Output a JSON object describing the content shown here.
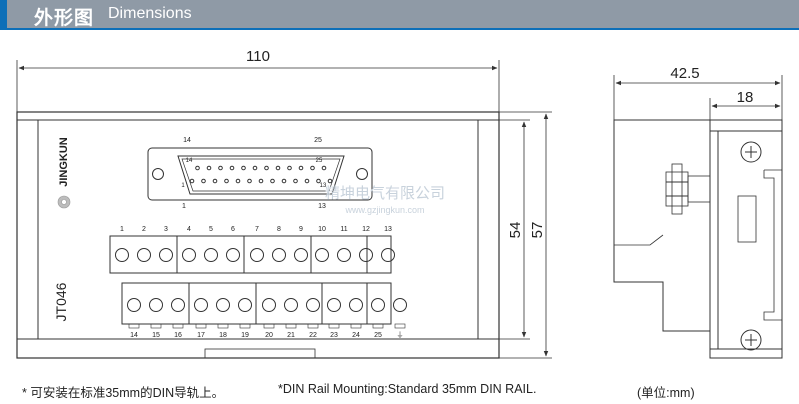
{
  "header": {
    "title_cn": "外形图",
    "title_en": "Dimensions"
  },
  "front_view": {
    "brand": "JINGKUN",
    "model": "JT046",
    "dimensions": {
      "width": "110",
      "height_inner": "54",
      "height_outer": "57"
    },
    "dsub": {
      "outer_left": "14",
      "outer_right": "25",
      "inner_left_top": "14",
      "inner_right_top": "25",
      "inner_left_bottom": "1",
      "inner_right_bottom": "13",
      "bottom_left": "1",
      "bottom_right": "13"
    },
    "terminals_top": [
      "1",
      "2",
      "3",
      "4",
      "5",
      "6",
      "7",
      "8",
      "9",
      "10",
      "11",
      "12",
      "13"
    ],
    "terminals_bottom": [
      "14",
      "15",
      "16",
      "17",
      "18",
      "19",
      "20",
      "21",
      "22",
      "23",
      "24",
      "25",
      "⏚"
    ]
  },
  "side_view": {
    "dimensions": {
      "depth": "42.5",
      "rail_depth": "18"
    }
  },
  "watermark": {
    "company": "精坤电气有限公司",
    "url": "www.gzjingkun.com"
  },
  "footer": {
    "note_cn": "* 可安装在标准35mm的DIN导轨上。",
    "note_en": "*DIN Rail Mounting:Standard 35mm DIN RAIL.",
    "unit": "(单位:mm)"
  },
  "colors": {
    "accent": "#0d6fb8",
    "header_gray": "#8f9aa6",
    "line": "#333333",
    "watermark": "#c8d2dc"
  }
}
